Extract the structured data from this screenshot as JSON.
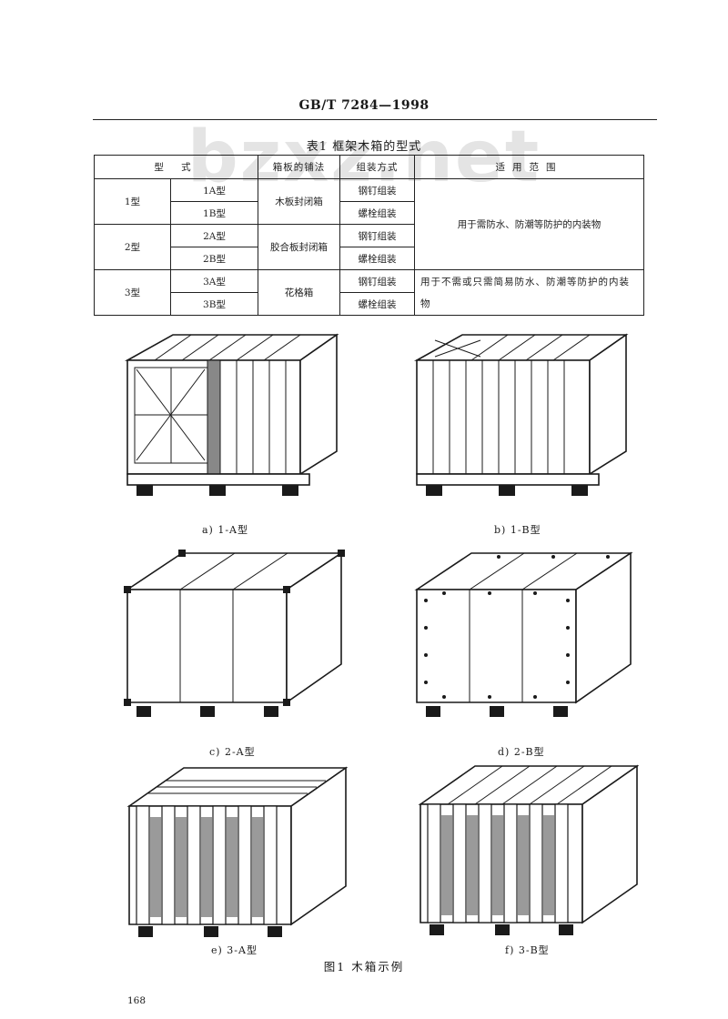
{
  "header": {
    "title": "GB/T 7284—1998"
  },
  "watermark": "bzxz.net",
  "table": {
    "caption": "表1  框架木箱的型式",
    "headers": {
      "type": "型  式",
      "method": "箱板的铺法",
      "assembly": "组装方式",
      "scope": "适用范围"
    },
    "groups": [
      {
        "name": "1型",
        "subs": [
          "1A型",
          "1B型"
        ]
      },
      {
        "name": "2型",
        "subs": [
          "2A型",
          "2B型"
        ]
      },
      {
        "name": "3型",
        "subs": [
          "3A型",
          "3B型"
        ]
      }
    ],
    "methods": [
      "木板封闭箱",
      "胶合板封闭箱",
      "花格箱"
    ],
    "assembly": [
      "钢钉组装",
      "螺栓组装",
      "钢钉组装",
      "螺栓组装",
      "钢钉组装",
      "螺栓组装"
    ],
    "scopes": [
      "用于需防水、防潮等防护的内装物",
      "用于不需或只需简易防水、防潮等防护的内装物"
    ]
  },
  "figures": [
    {
      "caption": "a) 1-A型"
    },
    {
      "caption": "b) 1-B型"
    },
    {
      "caption": "c) 2-A型"
    },
    {
      "caption": "d) 2-B型"
    },
    {
      "caption": "e) 3-A型"
    },
    {
      "caption": "f) 3-B型"
    }
  ],
  "figure_title": "图1  木箱示例",
  "page_number": "168"
}
